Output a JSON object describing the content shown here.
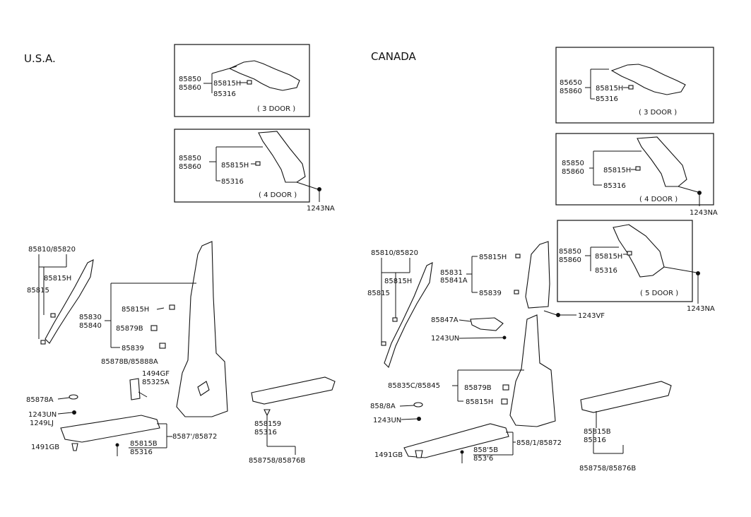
{
  "regions": {
    "usa": "U.S.A.",
    "canada": "CANADA"
  },
  "usa": {
    "door3_box": {
      "caption": "( 3 DOOR )",
      "a": "85850",
      "b": "85860",
      "c": "85815H",
      "d": "85316"
    },
    "door4_box": {
      "caption": "( 4 DOOR )",
      "a": "85850",
      "b": "85860",
      "c": "85815H",
      "d": "85316",
      "clip": "1243NA"
    },
    "a_pillar": {
      "title": "85810/85820",
      "c": "85815H",
      "d": "85815"
    },
    "b_pillar": {
      "a": "85830",
      "b": "85840",
      "c": "85815H",
      "d": "85879B",
      "e": "85839"
    },
    "misc": {
      "l1": "85878B/85888A",
      "l2": "1494GF",
      "l3": "85325A",
      "l4": "85878A",
      "l5": "1243UN",
      "l6": "1249LJ",
      "l7": "1491GB",
      "l8": "85815B",
      "l9": "85316",
      "l10": "8587'/85872"
    },
    "rear_sill": {
      "a": "858159",
      "b": "85316",
      "c": "858758/85876B"
    }
  },
  "canada": {
    "door3_box": {
      "caption": "( 3 DOOR )",
      "a": "85650",
      "b": "85860",
      "c": "85815H",
      "d": "85316"
    },
    "door4_box": {
      "caption": "( 4 DOOR )",
      "a": "85850",
      "b": "85860",
      "c": "85815H",
      "d": "85316",
      "clip": "1243NA"
    },
    "door5_box": {
      "caption": "( 5 DOOR )",
      "a": "85850",
      "b": "85860",
      "c": "85815H",
      "d": "85316",
      "clip": "1243NA"
    },
    "a_pillar": {
      "title": "85810/85820",
      "c": "85815H",
      "d": "85815"
    },
    "b_upper": {
      "a": "85831",
      "b": "85841A",
      "c": "85815H",
      "d": "85839",
      "e": "1243VF"
    },
    "b_lower": {
      "a": "85847A",
      "b": "1243UN",
      "c": "85835C/85845",
      "d": "85879B",
      "e": "85815H"
    },
    "misc": {
      "l1": "858/8A",
      "l2": "1243UN",
      "l3": "1491GB",
      "l4": "858'5B",
      "l5": "853'6",
      "l6": "858/1/85872"
    },
    "rear_sill": {
      "a": "85815B",
      "b": "85316",
      "c": "858758/85876B"
    }
  }
}
